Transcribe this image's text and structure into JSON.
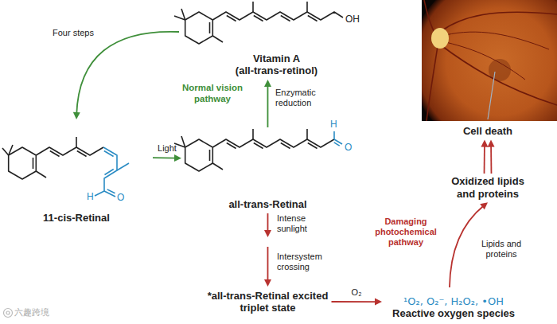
{
  "diagram": {
    "nodes": [
      {
        "text": [
          "Vitamin A",
          "(all-trans-retinol)"
        ]
      },
      {
        "text": [
          "11-cis-Retinal"
        ]
      },
      {
        "text": [
          "all-trans-Retinal"
        ]
      },
      {
        "text": [
          "*all-trans-Retinal excited triplet state"
        ]
      },
      {
        "text": [
          "¹O₂, O₂⁻, H₂O₂, •OH",
          "Reactive oxygen species"
        ]
      },
      {
        "text": [
          "Oxidized lipids and proteins"
        ]
      },
      {
        "text": [
          "Cell death"
        ]
      }
    ],
    "edges": [
      {
        "from": 0,
        "to": 1,
        "arrow": "to",
        "label": "Four steps"
      },
      {
        "from": 1,
        "to": 2,
        "arrow": "to",
        "label": "Light"
      },
      {
        "from": 2,
        "to": 0,
        "arrow": "to",
        "label": "Enzymatic reduction"
      },
      {
        "from": 2,
        "to": 3,
        "arrow": "to",
        "label": "Intense sunlight"
      },
      {
        "from": 3,
        "to": 4,
        "arrow": "to",
        "label": "O₂"
      },
      {
        "from": 4,
        "to": 5,
        "arrow": "to",
        "label": "Lipids and proteins"
      },
      {
        "from": 5,
        "to": 6,
        "arrow": "to"
      },
      {
        "from": 5,
        "to": 6,
        "arrow": "to"
      }
    ],
    "labels": [
      "Normal vision pathway",
      "OH",
      "H",
      "O",
      "H",
      "O",
      "Intersystem crossing",
      "Damaging photochemical pathway",
      "六趣跨境"
    ]
  }
}
